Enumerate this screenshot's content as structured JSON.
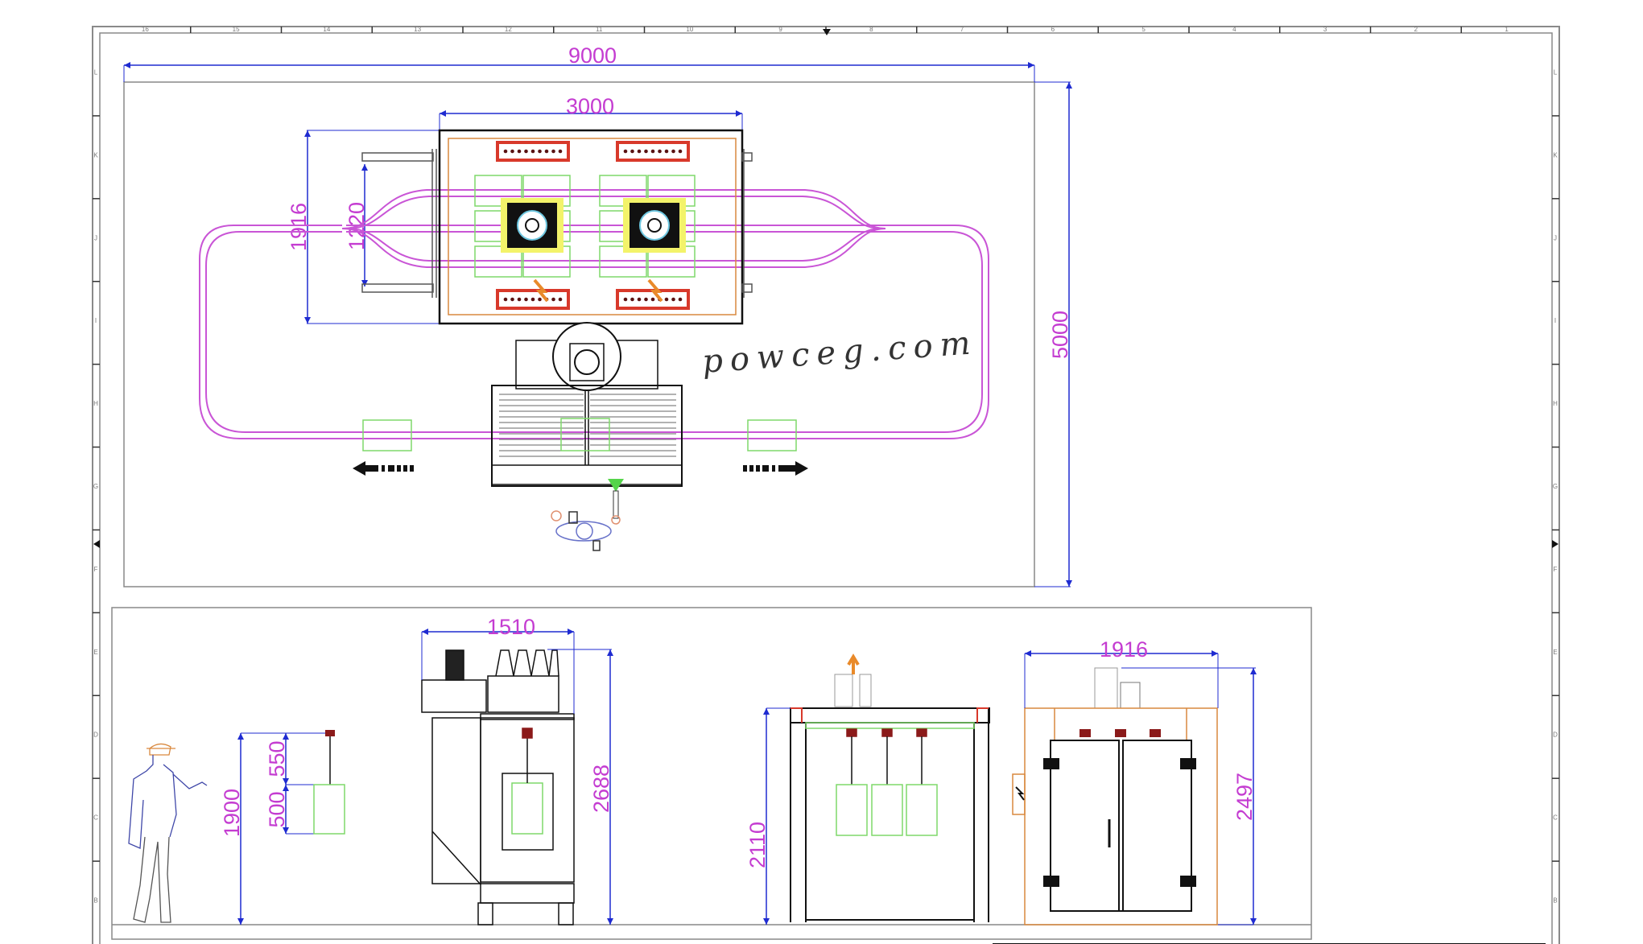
{
  "title": "Powder coating line layout drawing",
  "watermark": "powceg.com",
  "colors": {
    "dimension_line": "#1f2bd1",
    "dimension_text": "#c43cd1",
    "conveyor": "#c955d6",
    "workpiece": "#7fd96a",
    "burner": "#d8392b",
    "oven_frame": "#d9893f",
    "outline": "#111111",
    "frame": "#8a8a8a"
  },
  "border": {
    "column_labels": [
      "16",
      "15",
      "14",
      "13",
      "12",
      "11",
      "10",
      "9",
      "8",
      "7",
      "6",
      "5",
      "4",
      "3",
      "2",
      "1"
    ],
    "row_labels": [
      "L",
      "K",
      "J",
      "I",
      "H",
      "G",
      "F",
      "E",
      "D",
      "C",
      "B"
    ]
  },
  "plan_view": {
    "overall_length": "9000",
    "overall_width": "5000",
    "oven_length": "3000",
    "oven_width": "1916",
    "conveyor_gap": "1220"
  },
  "elevations": {
    "hanging": {
      "total_height": "1900",
      "hanger_drop": "550",
      "workpiece_height": "500"
    },
    "spray_booth": {
      "width": "1510",
      "height": "2688"
    },
    "oven_side": {
      "height": "2110"
    },
    "oven_front": {
      "width": "1916",
      "height": "2497"
    }
  }
}
